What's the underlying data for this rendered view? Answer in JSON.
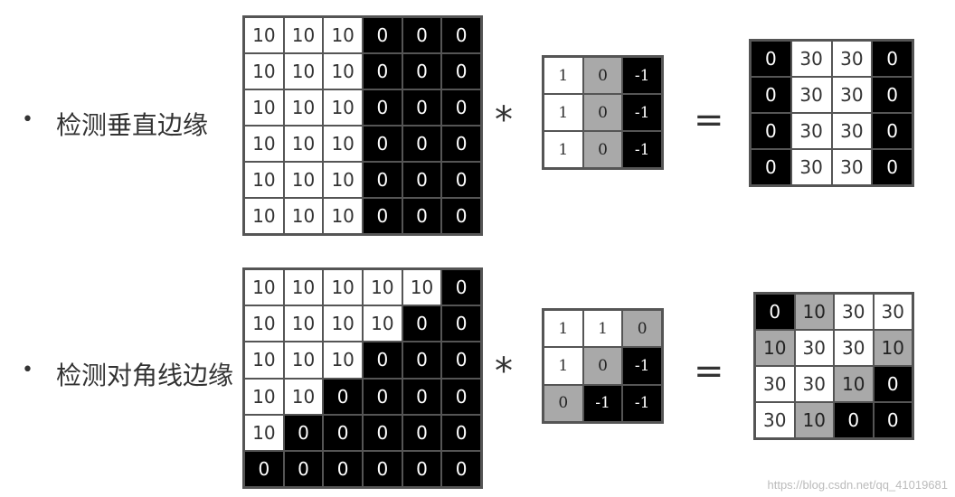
{
  "row1": {
    "label": "检测垂直边缘",
    "multiply": "*",
    "equals": "=",
    "input": {
      "values": [
        [
          "10",
          "10",
          "10",
          "0",
          "0",
          "0"
        ],
        [
          "10",
          "10",
          "10",
          "0",
          "0",
          "0"
        ],
        [
          "10",
          "10",
          "10",
          "0",
          "0",
          "0"
        ],
        [
          "10",
          "10",
          "10",
          "0",
          "0",
          "0"
        ],
        [
          "10",
          "10",
          "10",
          "0",
          "0",
          "0"
        ],
        [
          "10",
          "10",
          "10",
          "0",
          "0",
          "0"
        ]
      ],
      "colors": [
        [
          "w",
          "w",
          "w",
          "b",
          "b",
          "b"
        ],
        [
          "w",
          "w",
          "w",
          "b",
          "b",
          "b"
        ],
        [
          "w",
          "w",
          "w",
          "b",
          "b",
          "b"
        ],
        [
          "w",
          "w",
          "w",
          "b",
          "b",
          "b"
        ],
        [
          "w",
          "w",
          "w",
          "b",
          "b",
          "b"
        ],
        [
          "w",
          "w",
          "w",
          "b",
          "b",
          "b"
        ]
      ]
    },
    "kernel": {
      "values": [
        [
          "1",
          "0",
          "-1"
        ],
        [
          "1",
          "0",
          "-1"
        ],
        [
          "1",
          "0",
          "-1"
        ]
      ],
      "colors": [
        [
          "w",
          "g",
          "b"
        ],
        [
          "w",
          "g",
          "b"
        ],
        [
          "w",
          "g",
          "b"
        ]
      ]
    },
    "output": {
      "values": [
        [
          "0",
          "30",
          "30",
          "0"
        ],
        [
          "0",
          "30",
          "30",
          "0"
        ],
        [
          "0",
          "30",
          "30",
          "0"
        ],
        [
          "0",
          "30",
          "30",
          "0"
        ]
      ],
      "colors": [
        [
          "b",
          "w",
          "w",
          "b"
        ],
        [
          "b",
          "w",
          "w",
          "b"
        ],
        [
          "b",
          "w",
          "w",
          "b"
        ],
        [
          "b",
          "w",
          "w",
          "b"
        ]
      ]
    }
  },
  "row2": {
    "label": "检测对角线边缘",
    "multiply": "*",
    "equals": "=",
    "input": {
      "values": [
        [
          "10",
          "10",
          "10",
          "10",
          "10",
          "0"
        ],
        [
          "10",
          "10",
          "10",
          "10",
          "0",
          "0"
        ],
        [
          "10",
          "10",
          "10",
          "0",
          "0",
          "0"
        ],
        [
          "10",
          "10",
          "0",
          "0",
          "0",
          "0"
        ],
        [
          "10",
          "0",
          "0",
          "0",
          "0",
          "0"
        ],
        [
          "0",
          "0",
          "0",
          "0",
          "0",
          "0"
        ]
      ],
      "colors": [
        [
          "w",
          "w",
          "w",
          "w",
          "w",
          "b"
        ],
        [
          "w",
          "w",
          "w",
          "w",
          "b",
          "b"
        ],
        [
          "w",
          "w",
          "w",
          "b",
          "b",
          "b"
        ],
        [
          "w",
          "w",
          "b",
          "b",
          "b",
          "b"
        ],
        [
          "w",
          "b",
          "b",
          "b",
          "b",
          "b"
        ],
        [
          "b",
          "b",
          "b",
          "b",
          "b",
          "b"
        ]
      ]
    },
    "kernel": {
      "values": [
        [
          "1",
          "1",
          "0"
        ],
        [
          "1",
          "0",
          "-1"
        ],
        [
          "0",
          "-1",
          "-1"
        ]
      ],
      "colors": [
        [
          "w",
          "w",
          "g"
        ],
        [
          "w",
          "g",
          "b"
        ],
        [
          "g",
          "b",
          "b"
        ]
      ]
    },
    "output": {
      "values": [
        [
          "0",
          "10",
          "30",
          "30"
        ],
        [
          "10",
          "30",
          "30",
          "10"
        ],
        [
          "30",
          "30",
          "10",
          "0"
        ],
        [
          "30",
          "10",
          "0",
          "0"
        ]
      ],
      "colors": [
        [
          "b",
          "g",
          "w",
          "w"
        ],
        [
          "g",
          "w",
          "w",
          "g"
        ],
        [
          "w",
          "w",
          "g",
          "b"
        ],
        [
          "w",
          "g",
          "b",
          "b"
        ]
      ]
    }
  },
  "bullet": "•",
  "watermark": "https://blog.csdn.net/qq_41019681"
}
